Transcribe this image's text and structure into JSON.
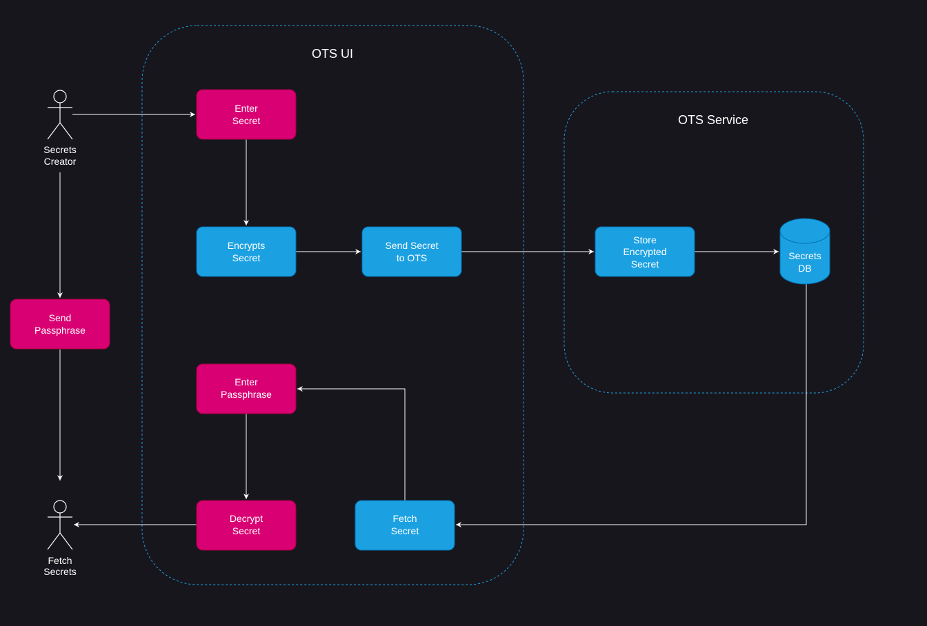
{
  "colors": {
    "background": "#18161d",
    "group_border": "#1ba1e2",
    "pink": "#d80073",
    "pink_border": "#a50040",
    "blue": "#1ba1e2",
    "blue_border": "#006eaf",
    "edge": "#ffffff"
  },
  "groups": {
    "ots_ui": {
      "label": "OTS UI"
    },
    "ots_service": {
      "label": "OTS Service"
    }
  },
  "actors": {
    "creator": {
      "lines": [
        "Secrets",
        "Creator"
      ],
      "icon": "person-icon"
    },
    "fetcher": {
      "lines": [
        "Fetch",
        "Secrets"
      ],
      "icon": "person-icon"
    }
  },
  "nodes": {
    "enter_secret": {
      "lines": [
        "Enter",
        "Secret"
      ],
      "color": "pink"
    },
    "encrypts_secret": {
      "lines": [
        "Encrypts",
        "Secret"
      ],
      "color": "blue"
    },
    "send_secret": {
      "lines": [
        "Send Secret",
        "to OTS"
      ],
      "color": "blue"
    },
    "store_secret": {
      "lines": [
        "Store",
        "Encrypted",
        "Secret"
      ],
      "color": "blue"
    },
    "secrets_db": {
      "lines": [
        "Secrets",
        "DB"
      ],
      "color": "blue",
      "shape": "cylinder"
    },
    "send_passphrase": {
      "lines": [
        "Send",
        "Passphrase"
      ],
      "color": "pink"
    },
    "enter_passphrase": {
      "lines": [
        "Enter",
        "Passphrase"
      ],
      "color": "pink"
    },
    "decrypt_secret": {
      "lines": [
        "Decrypt",
        "Secret"
      ],
      "color": "pink"
    },
    "fetch_secret": {
      "lines": [
        "Fetch",
        "Secret"
      ],
      "color": "blue"
    }
  },
  "edges": [
    {
      "from": "creator",
      "to": "enter_secret"
    },
    {
      "from": "enter_secret",
      "to": "encrypts_secret"
    },
    {
      "from": "encrypts_secret",
      "to": "send_secret"
    },
    {
      "from": "send_secret",
      "to": "store_secret"
    },
    {
      "from": "store_secret",
      "to": "secrets_db"
    },
    {
      "from": "secrets_db",
      "to": "fetch_secret"
    },
    {
      "from": "fetch_secret",
      "to": "enter_passphrase"
    },
    {
      "from": "enter_passphrase",
      "to": "decrypt_secret"
    },
    {
      "from": "decrypt_secret",
      "to": "fetcher"
    },
    {
      "from": "creator",
      "to": "send_passphrase"
    },
    {
      "from": "send_passphrase",
      "to": "fetcher"
    }
  ]
}
